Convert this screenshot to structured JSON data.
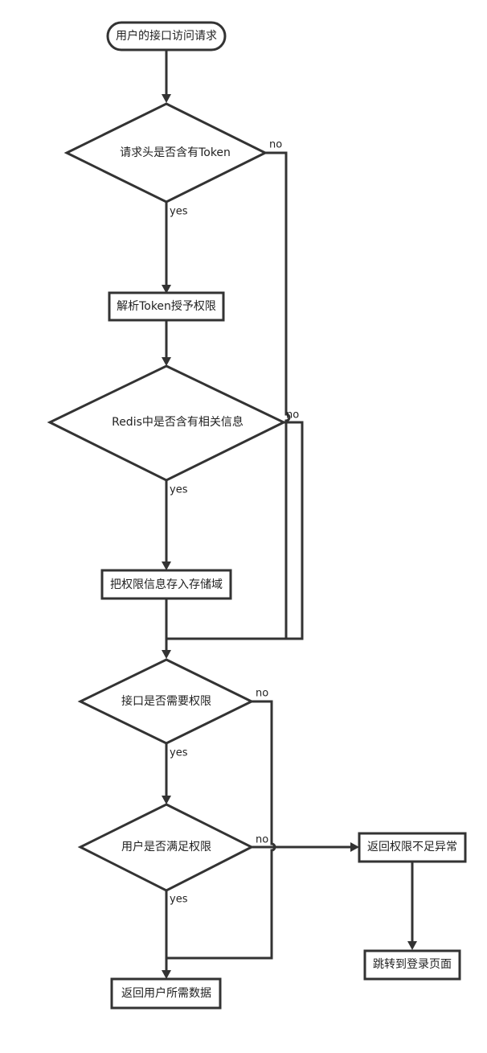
{
  "nodes": {
    "start": "用户的接口访问请求",
    "check_token": "请求头是否含有Token",
    "parse_token": "解析Token授予权限",
    "check_redis": "Redis中是否含有相关信息",
    "store_perm": "把权限信息存入存储域",
    "need_perm": "接口是否需要权限",
    "user_satisfy": "用户是否满足权限",
    "return_data": "返回用户所需数据",
    "perm_error": "返回权限不足异常",
    "redirect_login": "跳转到登录页面"
  },
  "edge_labels": {
    "token_no": "no",
    "token_yes": "yes",
    "redis_no": "no",
    "redis_yes": "yes",
    "need_no": "no",
    "need_yes": "yes",
    "satisfy_no": "no",
    "satisfy_yes": "yes"
  },
  "colors": {
    "stroke": "#333333",
    "fill": "#ffffff",
    "text": "#222222"
  }
}
